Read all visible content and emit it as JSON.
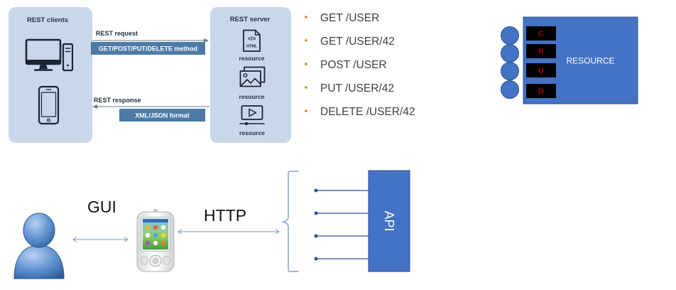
{
  "rest": {
    "clients_title": "REST clients",
    "server_title": "REST server",
    "request_label": "REST request",
    "request_detail": "GET/POST/PUT/DELETE method",
    "response_label": "REST response",
    "response_detail": "XML/JSON format",
    "client_devices": [
      "desktop-computer-icon",
      "smartphone-icon"
    ],
    "resources": [
      {
        "icon": "html-document-icon",
        "code_glyph": "</>",
        "icon_text": "HTML",
        "label": "resource"
      },
      {
        "icon": "image-icon",
        "label": "resource"
      },
      {
        "icon": "video-icon",
        "label": "resource"
      }
    ]
  },
  "endpoints": [
    "GET /USER",
    "GET /USER/42",
    "POST /USER",
    "PUT /USER/42",
    "DELETE /USER/42"
  ],
  "crud": {
    "operations": [
      "C",
      "R",
      "U",
      "D"
    ],
    "resource_label": "RESOURCE"
  },
  "architecture": {
    "user_icon": "user-icon",
    "device_icon": "mobile-device-icon",
    "gui_label": "GUI",
    "http_label": "HTTP",
    "api_label": "API"
  },
  "colors": {
    "panel": "#C8D8EA",
    "bar": "#4E7BA6",
    "bullet": "#E38B3D",
    "shape_fill": "#4472C4",
    "shape_border": "#2F528F",
    "crud_box": "#000000",
    "crud_letter": "#FF0000"
  }
}
